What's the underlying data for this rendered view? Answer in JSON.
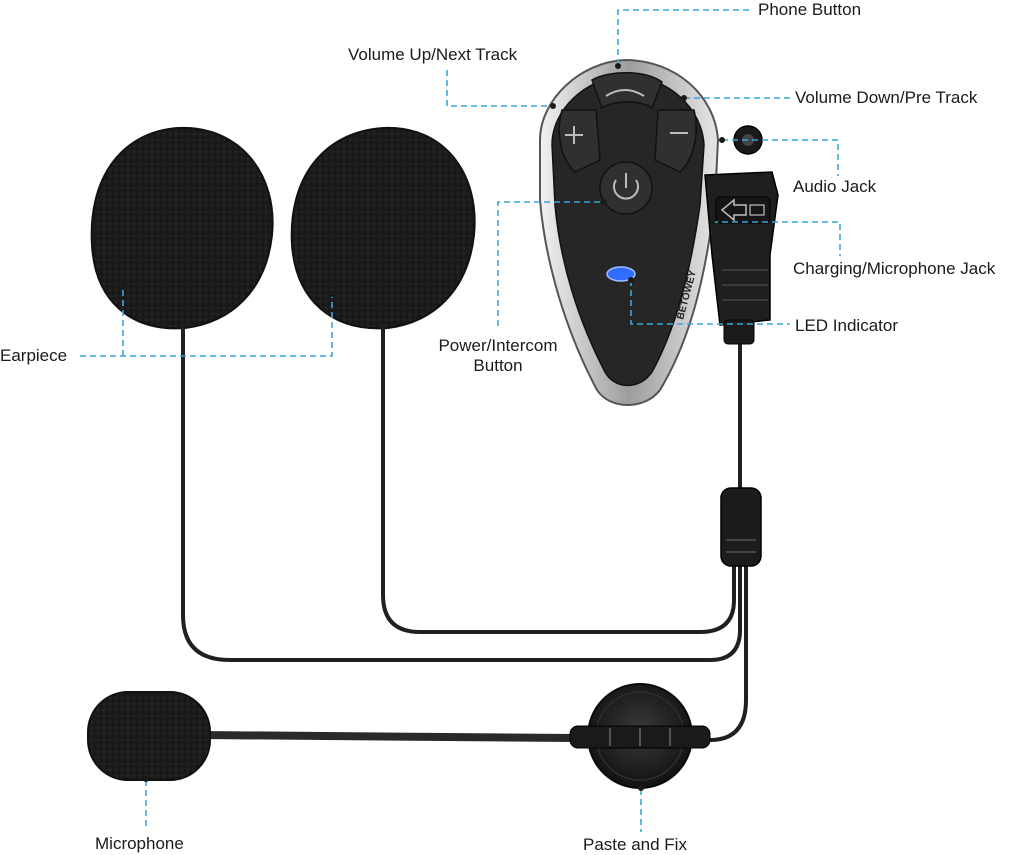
{
  "brand": "BETOWEY",
  "labels": {
    "phone_button": "Phone Button",
    "volume_up": "Volume Up/Next Track",
    "volume_down": "Volume Down/Pre Track",
    "audio_jack": "Audio Jack",
    "charging_jack": "Charging/Microphone Jack",
    "led_indicator": "LED Indicator",
    "power_line1": "Power/Intercom",
    "power_line2": "Button",
    "earpiece": "Earpiece",
    "microphone": "Microphone",
    "paste_fix": "Paste and Fix"
  },
  "colors": {
    "leader": "#3aa6d9",
    "foam": "#1c1c1c",
    "device_body": "#2a2a2a",
    "chrome": "#c9c9c9",
    "led": "#2f6cff"
  }
}
